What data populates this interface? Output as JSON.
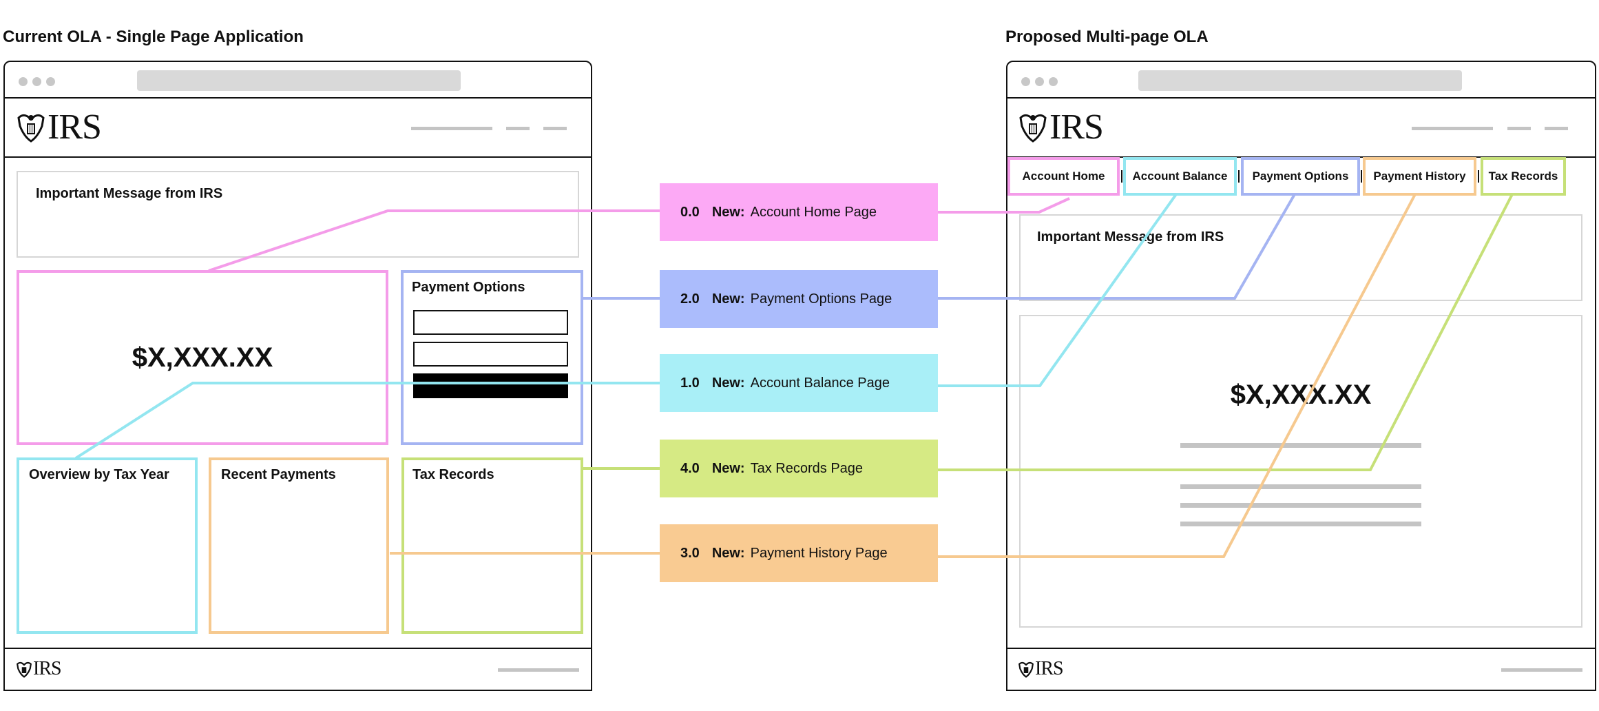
{
  "colors": {
    "home": "#f49ce9",
    "home_fill": "#fca9f5",
    "balance": "#93e6f0",
    "balance_fill": "#a9eff7",
    "options": "#a5b4f2",
    "options_fill": "#abbcfc",
    "history": "#f6c98f",
    "history_fill": "#f9cb92",
    "records": "#c6e078",
    "records_fill": "#d6ea84"
  },
  "left": {
    "title": "Current OLA - Single Page Application",
    "logo": "IRS",
    "footer_logo": "IRS",
    "message_title": "Important Message from IRS",
    "amount": "$X,XXX.XX",
    "payment_options_title": "Payment Options",
    "overview_title": "Overview by Tax Year",
    "recent_payments_title": "Recent Payments",
    "tax_records_title": "Tax Records"
  },
  "callouts": [
    {
      "number": "0.0",
      "prefix": "New:",
      "label": "Account Home Page",
      "color_key": "home"
    },
    {
      "number": "2.0",
      "prefix": "New:",
      "label": "Payment Options Page",
      "color_key": "options"
    },
    {
      "number": "1.0",
      "prefix": "New:",
      "label": "Account Balance Page",
      "color_key": "balance"
    },
    {
      "number": "4.0",
      "prefix": "New:",
      "label": "Tax Records Page",
      "color_key": "records"
    },
    {
      "number": "3.0",
      "prefix": "New:",
      "label": "Payment History Page",
      "color_key": "history"
    }
  ],
  "right": {
    "title": "Proposed Multi-page OLA",
    "logo": "IRS",
    "footer_logo": "IRS",
    "tabs": [
      {
        "label": "Account Home"
      },
      {
        "label": "Account Balance"
      },
      {
        "label": "Payment Options"
      },
      {
        "label": "Payment History"
      },
      {
        "label": "Tax Records"
      }
    ],
    "message_title": "Important Message from IRS",
    "amount": "$X,XXX.XX"
  }
}
